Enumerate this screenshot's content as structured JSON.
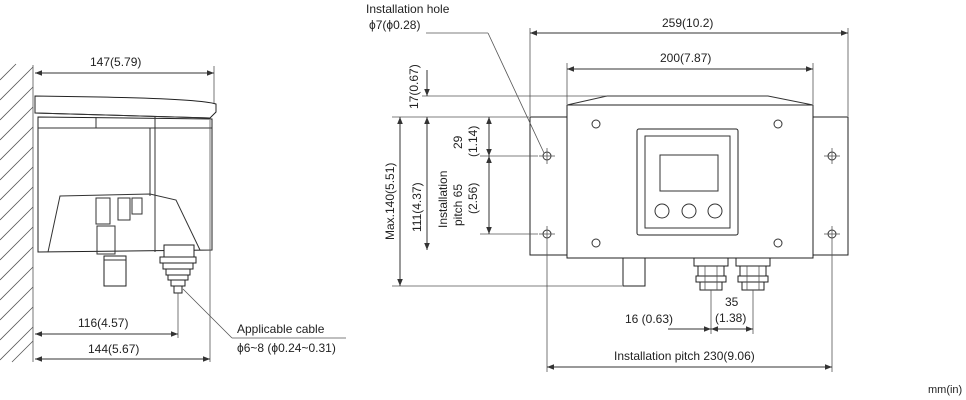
{
  "units_note": "mm(in)",
  "side_view": {
    "top_width": "147(5.79)",
    "mid_dim": "116(4.57)",
    "bottom_width": "144(5.67)",
    "cable_label": "Applicable cable",
    "cable_spec": "ϕ6~8 (ϕ0.24~0.31)"
  },
  "front_view": {
    "hole_label": "Installation hole",
    "hole_spec": "ϕ7(ϕ0.28)",
    "overall_width": "259(10.2)",
    "body_width": "200(7.87)",
    "top_offset": "17(0.67)",
    "hole_top_offset_a": "29",
    "hole_top_offset_b": "(1.14)",
    "pitch_label_1": "Installation",
    "pitch_label_2": "pitch 65",
    "pitch_label_3": "(2.56)",
    "height_body": "111(4.37)",
    "height_max": "Max.140(5.51)",
    "gland_offset": "16 (0.63)",
    "gland_pitch_a": "35",
    "gland_pitch_b": "(1.38)",
    "install_pitch": "Installation pitch 230(9.06)"
  },
  "colors": {
    "line": "#333333",
    "text": "#222222",
    "hatch": "#555555"
  }
}
